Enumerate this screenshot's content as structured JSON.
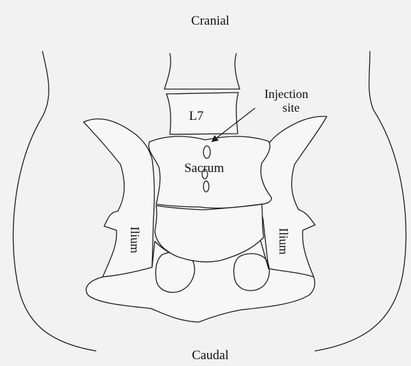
{
  "labels": {
    "cranial": "Cranial",
    "caudal": "Caudal",
    "vertebra": "L7",
    "sacrum": "Sacrum",
    "injection_line1": "Injection",
    "injection_line2": "site",
    "ilium_left": "Ilium",
    "ilium_right": "Ilium"
  },
  "colors": {
    "background": "#f2f2f2",
    "stroke": "#1a1a1a",
    "text": "#111111"
  }
}
